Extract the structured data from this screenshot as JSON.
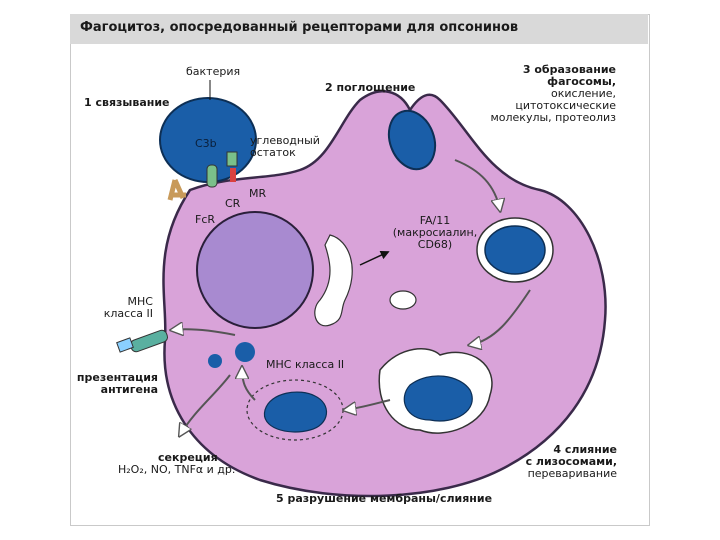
{
  "title": "Фагоцитоз, опосредованный рецепторами для опсонинов",
  "labels": {
    "step1": "1 связывание",
    "bacterium": "бактерия",
    "c3b": "C3b",
    "carb_line1": "углеводный",
    "carb_line2": "остаток",
    "mr": "MR",
    "cr": "CR",
    "fcr": "FcR",
    "step2": "2 поглощение",
    "step3_line1": "3 образование",
    "step3_line2": "фагосомы,",
    "step3_line3": "окисление,",
    "step3_line4": "цитотоксические",
    "step3_line5": "молекулы, протеолиз",
    "fa11_line1": "FA/11",
    "fa11_line2": "(макросиалин,",
    "fa11_line3": "CD68)",
    "mhc_class2_line1": "МНС",
    "mhc_class2_line2": "класса II",
    "mhc_inner": "МНС класса II",
    "presentation_line1": "презентация",
    "presentation_line2": "антигена",
    "secretion_line1": "секреция",
    "secretion_line2": "H₂O₂, NO, TNFα и др.",
    "step4_line1": "4 слияние",
    "step4_line2": "с лизосомами,",
    "step4_line3": "переваривание",
    "step5": "5 разрушение мембраны/слияние"
  },
  "colors": {
    "cell_fill": "#d9a3d9",
    "cell_stroke": "#3a2a4a",
    "nucleus_fill": "#a88ad0",
    "blue": "#1a5ea8",
    "title_bar": "#d9d9d9"
  }
}
